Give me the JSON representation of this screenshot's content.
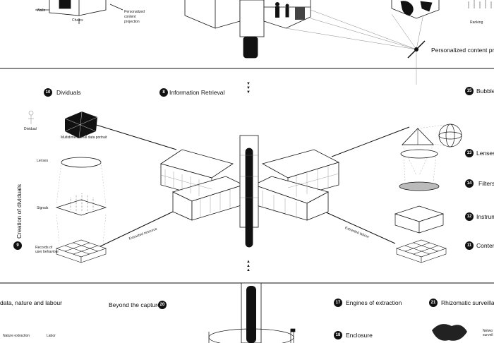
{
  "top": {
    "walls": "Walls",
    "chains": "Chains",
    "personalized_projection": [
      "Personalized",
      "content",
      "projection"
    ],
    "ranking": "Ranking",
    "projection_title": "Personalized content proje"
  },
  "middle": {
    "dividuals": {
      "num": "10",
      "label": "Dividuals"
    },
    "information_retrieval": {
      "num": "8",
      "label": "Information Retrieval"
    },
    "bubble": {
      "num": "15",
      "label": "Bubble"
    },
    "lenses_right": {
      "num": "13",
      "label": "Lenses"
    },
    "filters": {
      "num": "14",
      "label": "Filters"
    },
    "instruments": {
      "num": "12",
      "label": "Instrum"
    },
    "content": {
      "num": "11",
      "label": "Conten"
    },
    "creation": {
      "num": "9",
      "label": "Creation of dividuals"
    },
    "small": {
      "dividual": "Dividual",
      "portrait": "Multidimensional data portrait",
      "lenses": "Lenses",
      "signals": "Signals",
      "records": [
        "Records of",
        "user behaviour"
      ]
    },
    "extracted_resource": "Extracted resource",
    "extracted_labour": "Extracted labour"
  },
  "bottom": {
    "data_nature": "data, nature and labour",
    "beyond": {
      "label": "Beyond the capture",
      "num": "20"
    },
    "engines": {
      "num": "17",
      "label": "Engines of extraction"
    },
    "rhizomatic": {
      "num": "21",
      "label": "Rhizomatic surveillanc"
    },
    "enclosure": {
      "num": "18",
      "label": "Enclosure"
    },
    "nature_extraction": "Nature extraction",
    "labor": "Labor",
    "network": [
      "Netwo",
      "surveil"
    ]
  }
}
